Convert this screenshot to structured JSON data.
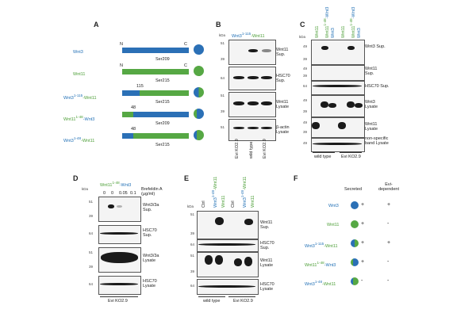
{
  "panel_labels": [
    "A",
    "B",
    "C",
    "D",
    "E",
    "F"
  ],
  "A": {
    "constructs": [
      {
        "name": "Wnt3",
        "site": "Ser209"
      },
      {
        "name": "Wnt11",
        "site": "Ser215"
      },
      {
        "name": "Wnt3^1-115-Wnt11",
        "site": "Ser215",
        "junction": "115"
      },
      {
        "name": "Wnt11^1-48-Wnt3",
        "site": "Ser209",
        "junction": "48"
      },
      {
        "name": "Wnt3^1-48-Wnt11",
        "site": "Ser215",
        "junction": "48"
      }
    ],
    "n_label": "N",
    "c_label": "C"
  },
  "B": {
    "title": "Wnt3^1-115-Wnt11",
    "kda_label": "kDa",
    "blots": [
      {
        "label": "Wnt11 Sup.",
        "kda": [
          "51",
          "39"
        ]
      },
      {
        "label": "HSC70 Sup.",
        "kda": [
          "64"
        ]
      },
      {
        "label": "Wnt11 Lysate",
        "kda": [
          "51",
          "39"
        ]
      },
      {
        "label": "β-actin Lysate",
        "kda": [
          "51"
        ]
      }
    ],
    "lanes": [
      "Evi KO2.9",
      "wild type",
      "Evi KO2.9"
    ]
  },
  "C": {
    "kda_label": "kDa",
    "lanes": [
      "Wnt11",
      "Wnt11^1-48-Wnt3",
      "Wnt3",
      "Wnt11",
      "Wnt11^1-48-Wnt3",
      "Wnt3"
    ],
    "blots": [
      {
        "label": "Wnt3 Sup.",
        "kda": [
          "49",
          "39"
        ]
      },
      {
        "label": "Wnt11 Sup.",
        "kda": [
          "49",
          "39"
        ]
      },
      {
        "label": "HSC70 Sup.",
        "kda": [
          "64"
        ]
      },
      {
        "label": "Wnt3 Lysate",
        "kda": [
          "49",
          "39"
        ]
      },
      {
        "label": "Wnt11 Lysate",
        "kda": [
          "49",
          "39"
        ]
      },
      {
        "label": "non-specific band Lysate",
        "kda": [
          "49"
        ]
      }
    ],
    "groups": [
      "wild type",
      "Evi KO2.9"
    ]
  },
  "D": {
    "title": "Wnt11^1-48-Wnt3",
    "kda_label": "kDa",
    "treatment": "Brefeldin A (μg/ml)",
    "doses": [
      "0",
      "0.05",
      "0.1"
    ],
    "blots": [
      {
        "label": "Wnt3/3a Sup.",
        "kda": [
          "51",
          "39"
        ]
      },
      {
        "label": "HSC70 Sup.",
        "kda": [
          "64"
        ]
      },
      {
        "label": "Wnt3/3a Lysate",
        "kda": [
          "51",
          "39"
        ]
      },
      {
        "label": "HSC70 Lysate",
        "kda": [
          "64"
        ]
      }
    ],
    "cell_line": "Evi KO2.9"
  },
  "E": {
    "kda_label": "kDa",
    "lanes": [
      "Ctrl",
      "Wnt3^1-48-Wnt11",
      "Wnt11",
      "Ctrl",
      "Wnt3^1-48-Wnt11",
      "Wnt11"
    ],
    "blots": [
      {
        "label": "Wnt11 Sup.",
        "kda": [
          "51",
          "39"
        ]
      },
      {
        "label": "HSC70 Sup.",
        "kda": [
          "64"
        ]
      },
      {
        "label": "Wnt11 Lysate",
        "kda": [
          "51",
          "39"
        ]
      },
      {
        "label": "HSC70 Lysate",
        "kda": [
          "64"
        ]
      }
    ],
    "groups": [
      "wild type",
      "Evi KO2.9"
    ]
  },
  "F": {
    "headers": [
      "Secreted",
      "Evi-dependent"
    ],
    "rows": [
      {
        "name": "Wnt3",
        "secreted": "+",
        "evi": "+"
      },
      {
        "name": "Wnt11",
        "secreted": "+",
        "evi": "-"
      },
      {
        "name": "Wnt3^1-115-Wnt11",
        "secreted": "+",
        "evi": "+"
      },
      {
        "name": "Wnt11^1-48-Wnt3",
        "secreted": "+",
        "evi": "-"
      },
      {
        "name": "Wnt3^1-48-Wnt11",
        "secreted": "-",
        "evi": "-"
      }
    ]
  },
  "colors": {
    "wnt3": "#2b70b6",
    "wnt11": "#56a844"
  }
}
